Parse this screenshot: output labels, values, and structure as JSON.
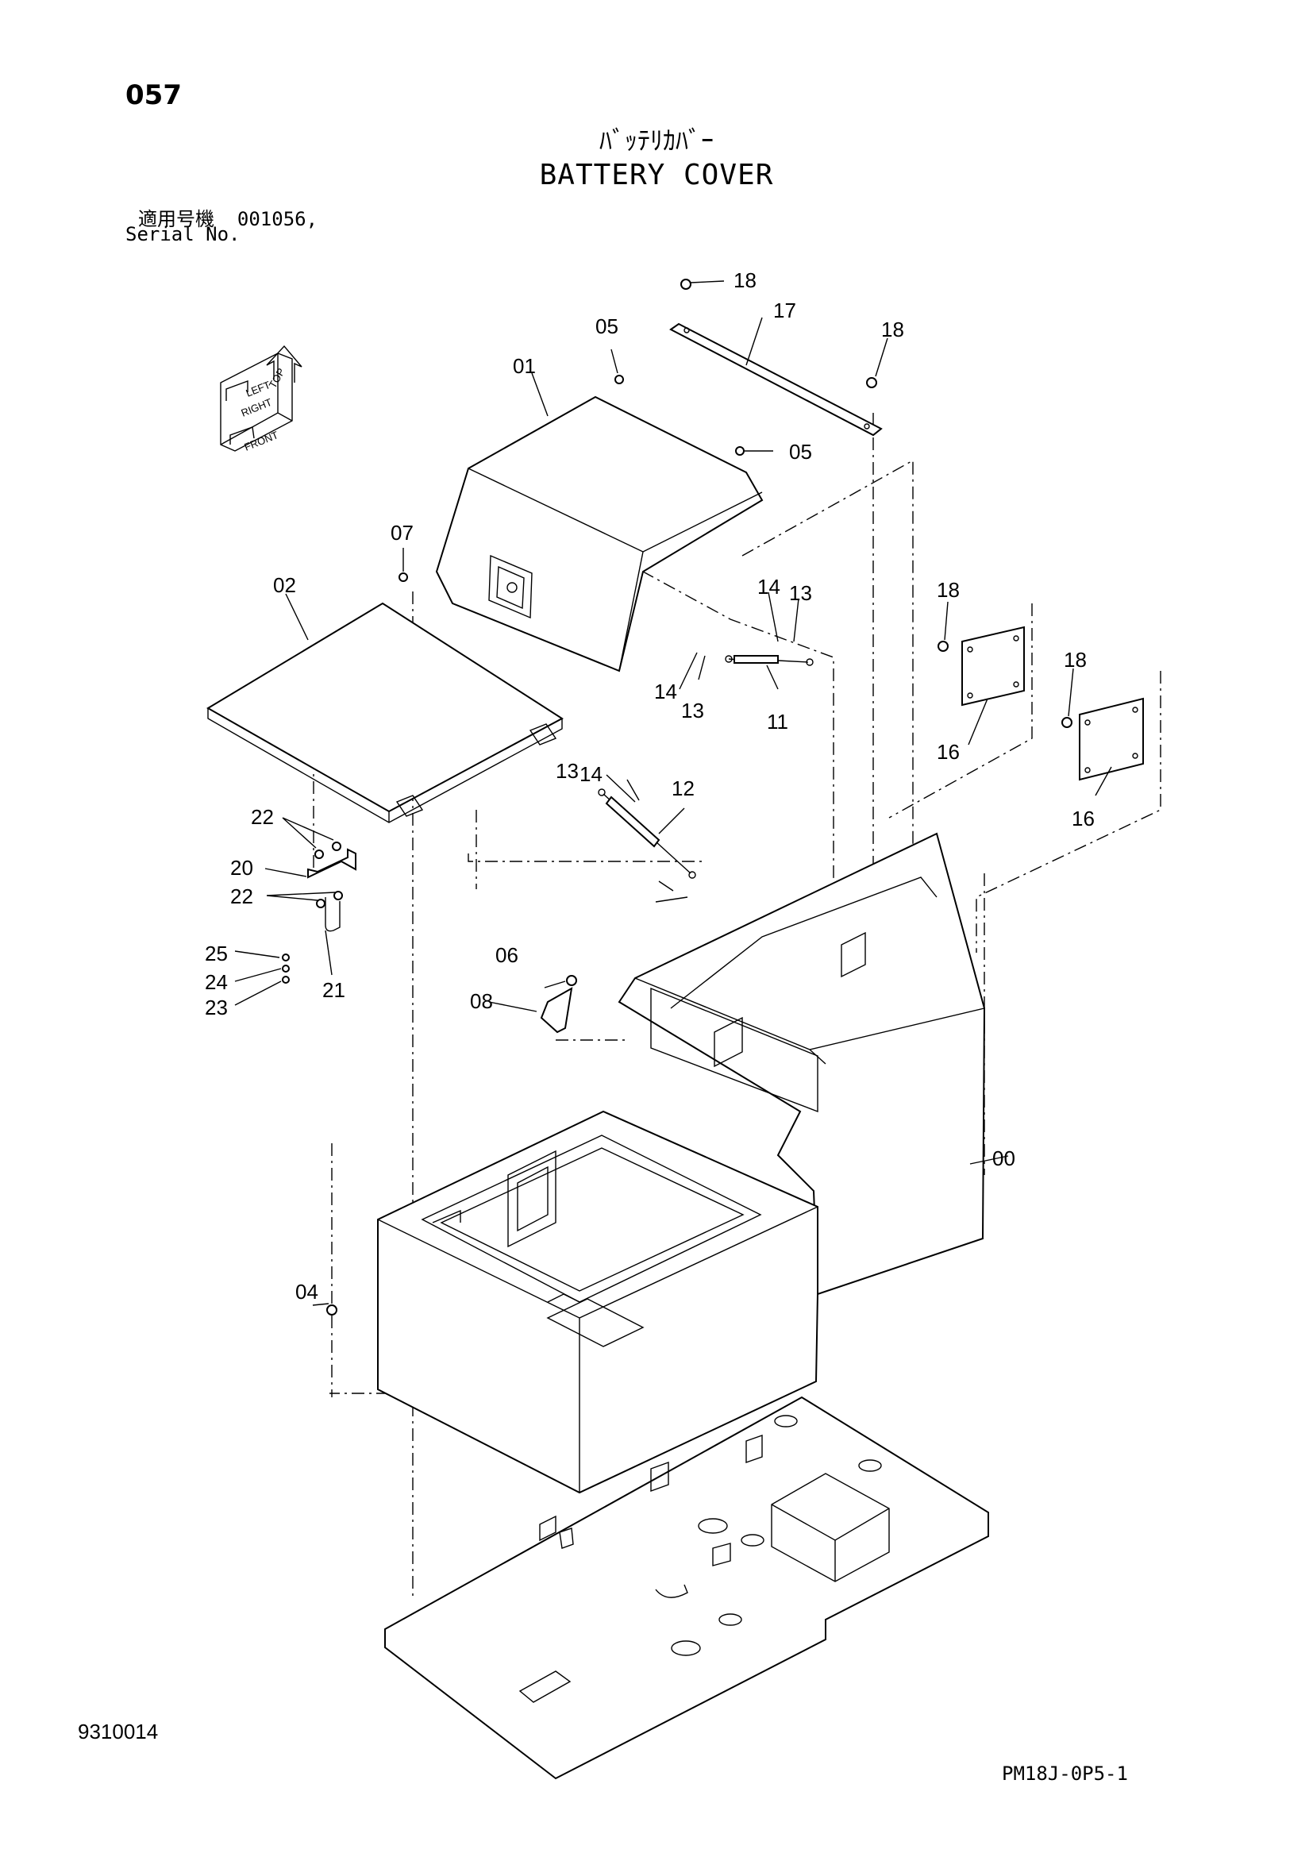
{
  "page_number": "057",
  "title_jp": "ﾊﾞｯﾃﾘｶﾊﾞｰ",
  "title_en": "BATTERY COVER",
  "serial": {
    "label_jp": "適用号機",
    "value": "001056,",
    "label_en": "Serial No."
  },
  "orientation_labels": [
    "TOP",
    "LEFT",
    "RIGHT",
    "FRONT"
  ],
  "callouts": [
    "00",
    "01",
    "02",
    "04",
    "05",
    "05",
    "06",
    "07",
    "08",
    "11",
    "12",
    "13",
    "13",
    "13",
    "14",
    "14",
    "14",
    "16",
    "16",
    "17",
    "18",
    "18",
    "18",
    "18",
    "20",
    "21",
    "22",
    "22",
    "23",
    "24",
    "25"
  ],
  "drawing_code": "9310014",
  "sheet_code": "PM18J-0P5-1"
}
